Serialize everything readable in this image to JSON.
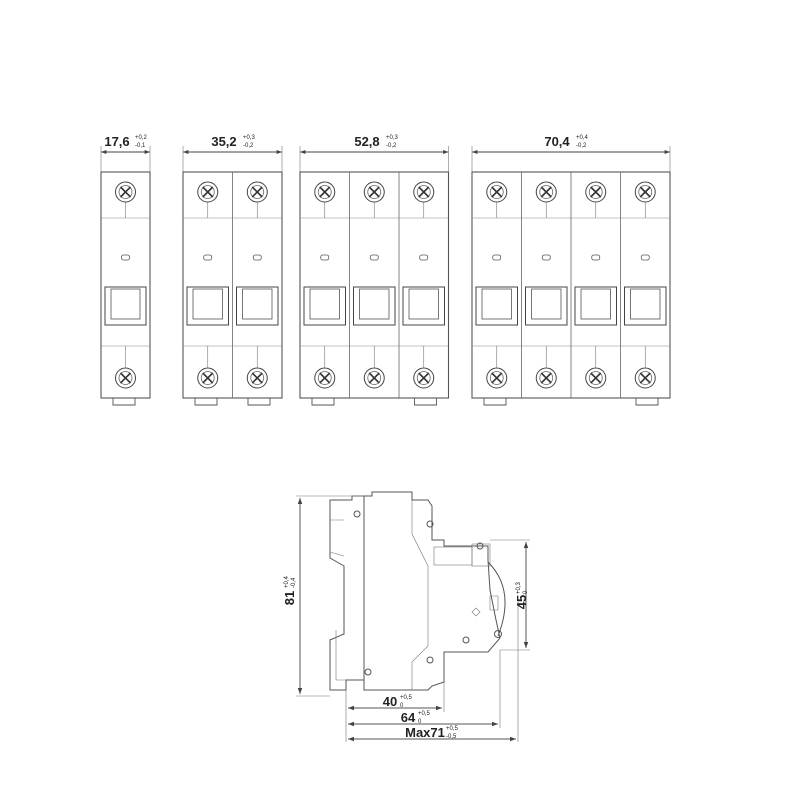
{
  "front_view": {
    "breakers": [
      {
        "poles": 1,
        "width": "17,6",
        "tol_plus": "+0,2",
        "tol_minus": "-0,1"
      },
      {
        "poles": 2,
        "width": "35,2",
        "tol_plus": "+0,3",
        "tol_minus": "-0,2"
      },
      {
        "poles": 3,
        "width": "52,8",
        "tol_plus": "+0,3",
        "tol_minus": "-0,2"
      },
      {
        "poles": 4,
        "width": "70,4",
        "tol_plus": "+0,4",
        "tol_minus": "-0,2"
      }
    ]
  },
  "side_view": {
    "height": {
      "value": "81",
      "tol_plus": "+0,4",
      "tol_minus": "-0,4"
    },
    "toggle_height": {
      "value": "45",
      "tol_plus": "+0,3",
      "tol_minus": "0"
    },
    "depth_front": {
      "value": "40",
      "tol_plus": "+0,5",
      "tol_minus": "0"
    },
    "depth_toggle": {
      "value": "64",
      "tol_plus": "+0,5",
      "tol_minus": "0"
    },
    "depth_max": {
      "value": "Max71",
      "tol_plus": "+0,5",
      "tol_minus": "-0,5"
    }
  }
}
